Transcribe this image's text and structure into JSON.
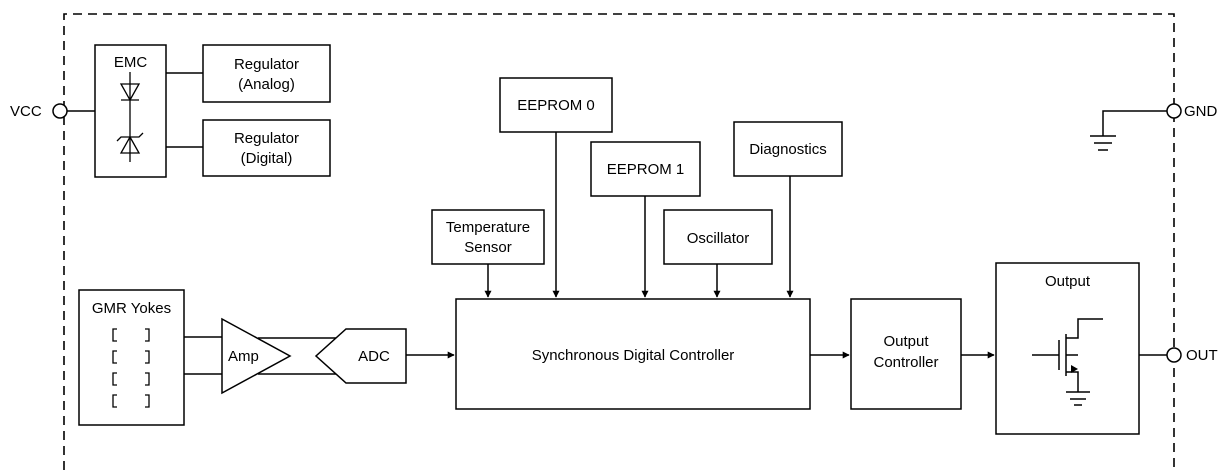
{
  "pins": {
    "vcc": "VCC",
    "gnd": "GND",
    "out": "OUT"
  },
  "blocks": {
    "emc": "EMC",
    "regulator_analog": [
      "Regulator",
      "(Analog)"
    ],
    "regulator_digital": [
      "Regulator",
      "(Digital)"
    ],
    "eeprom0": "EEPROM 0",
    "eeprom1": "EEPROM 1",
    "diagnostics": "Diagnostics",
    "temperature_sensor": [
      "Temperature",
      "Sensor"
    ],
    "oscillator": "Oscillator",
    "gmr_yokes": "GMR Yokes",
    "amp": "Amp",
    "adc": "ADC",
    "synchronous_digital_controller": "Synchronous Digital Controller",
    "output_controller": [
      "Output",
      "Controller"
    ],
    "output": "Output"
  }
}
